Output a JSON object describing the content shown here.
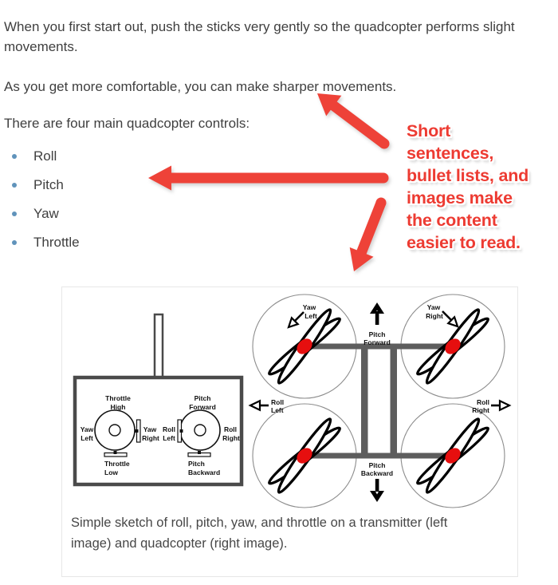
{
  "page": {
    "background": "#ffffff",
    "text_color": "#3f3f3f"
  },
  "content": {
    "p1_lines": [
      "When you first start out, push the sticks very gently so the quadcopter performs slight",
      "movements."
    ],
    "p2": "As you get more comfortable, you can make sharper movements.",
    "p3": "There are four main quadcopter controls:",
    "list": {
      "bullet_color": "#6093bb",
      "items": [
        "Roll",
        "Pitch",
        "Yaw",
        "Throttle"
      ]
    }
  },
  "annotation": {
    "text_color": "#ed3b32",
    "arrow_color": "#ee4238",
    "lines": [
      "Short",
      "sentences,",
      "bullet lists, and",
      "images make",
      "the content",
      "easier to read."
    ]
  },
  "figure": {
    "border_color": "#e7e7e7",
    "caption": "Simple sketch of roll, pitch, yaw, and throttle on a transmitter (left image) and quadcopter (right image).",
    "caption_lines": [
      "Simple sketch of roll, pitch, yaw, and throttle on a transmitter (left",
      "image) and quadcopter (right image)."
    ],
    "sketch": {
      "ink_color": "#111111",
      "frame_color": "#5d5d5d",
      "hub_color": "#e60f0f",
      "words": {
        "throttle": "Throttle",
        "high": "High",
        "low": "Low",
        "yaw": "Yaw",
        "pitch": "Pitch",
        "roll": "Roll",
        "left": "Left",
        "right": "Right",
        "forward": "Forward",
        "backward": "Backward"
      }
    }
  }
}
